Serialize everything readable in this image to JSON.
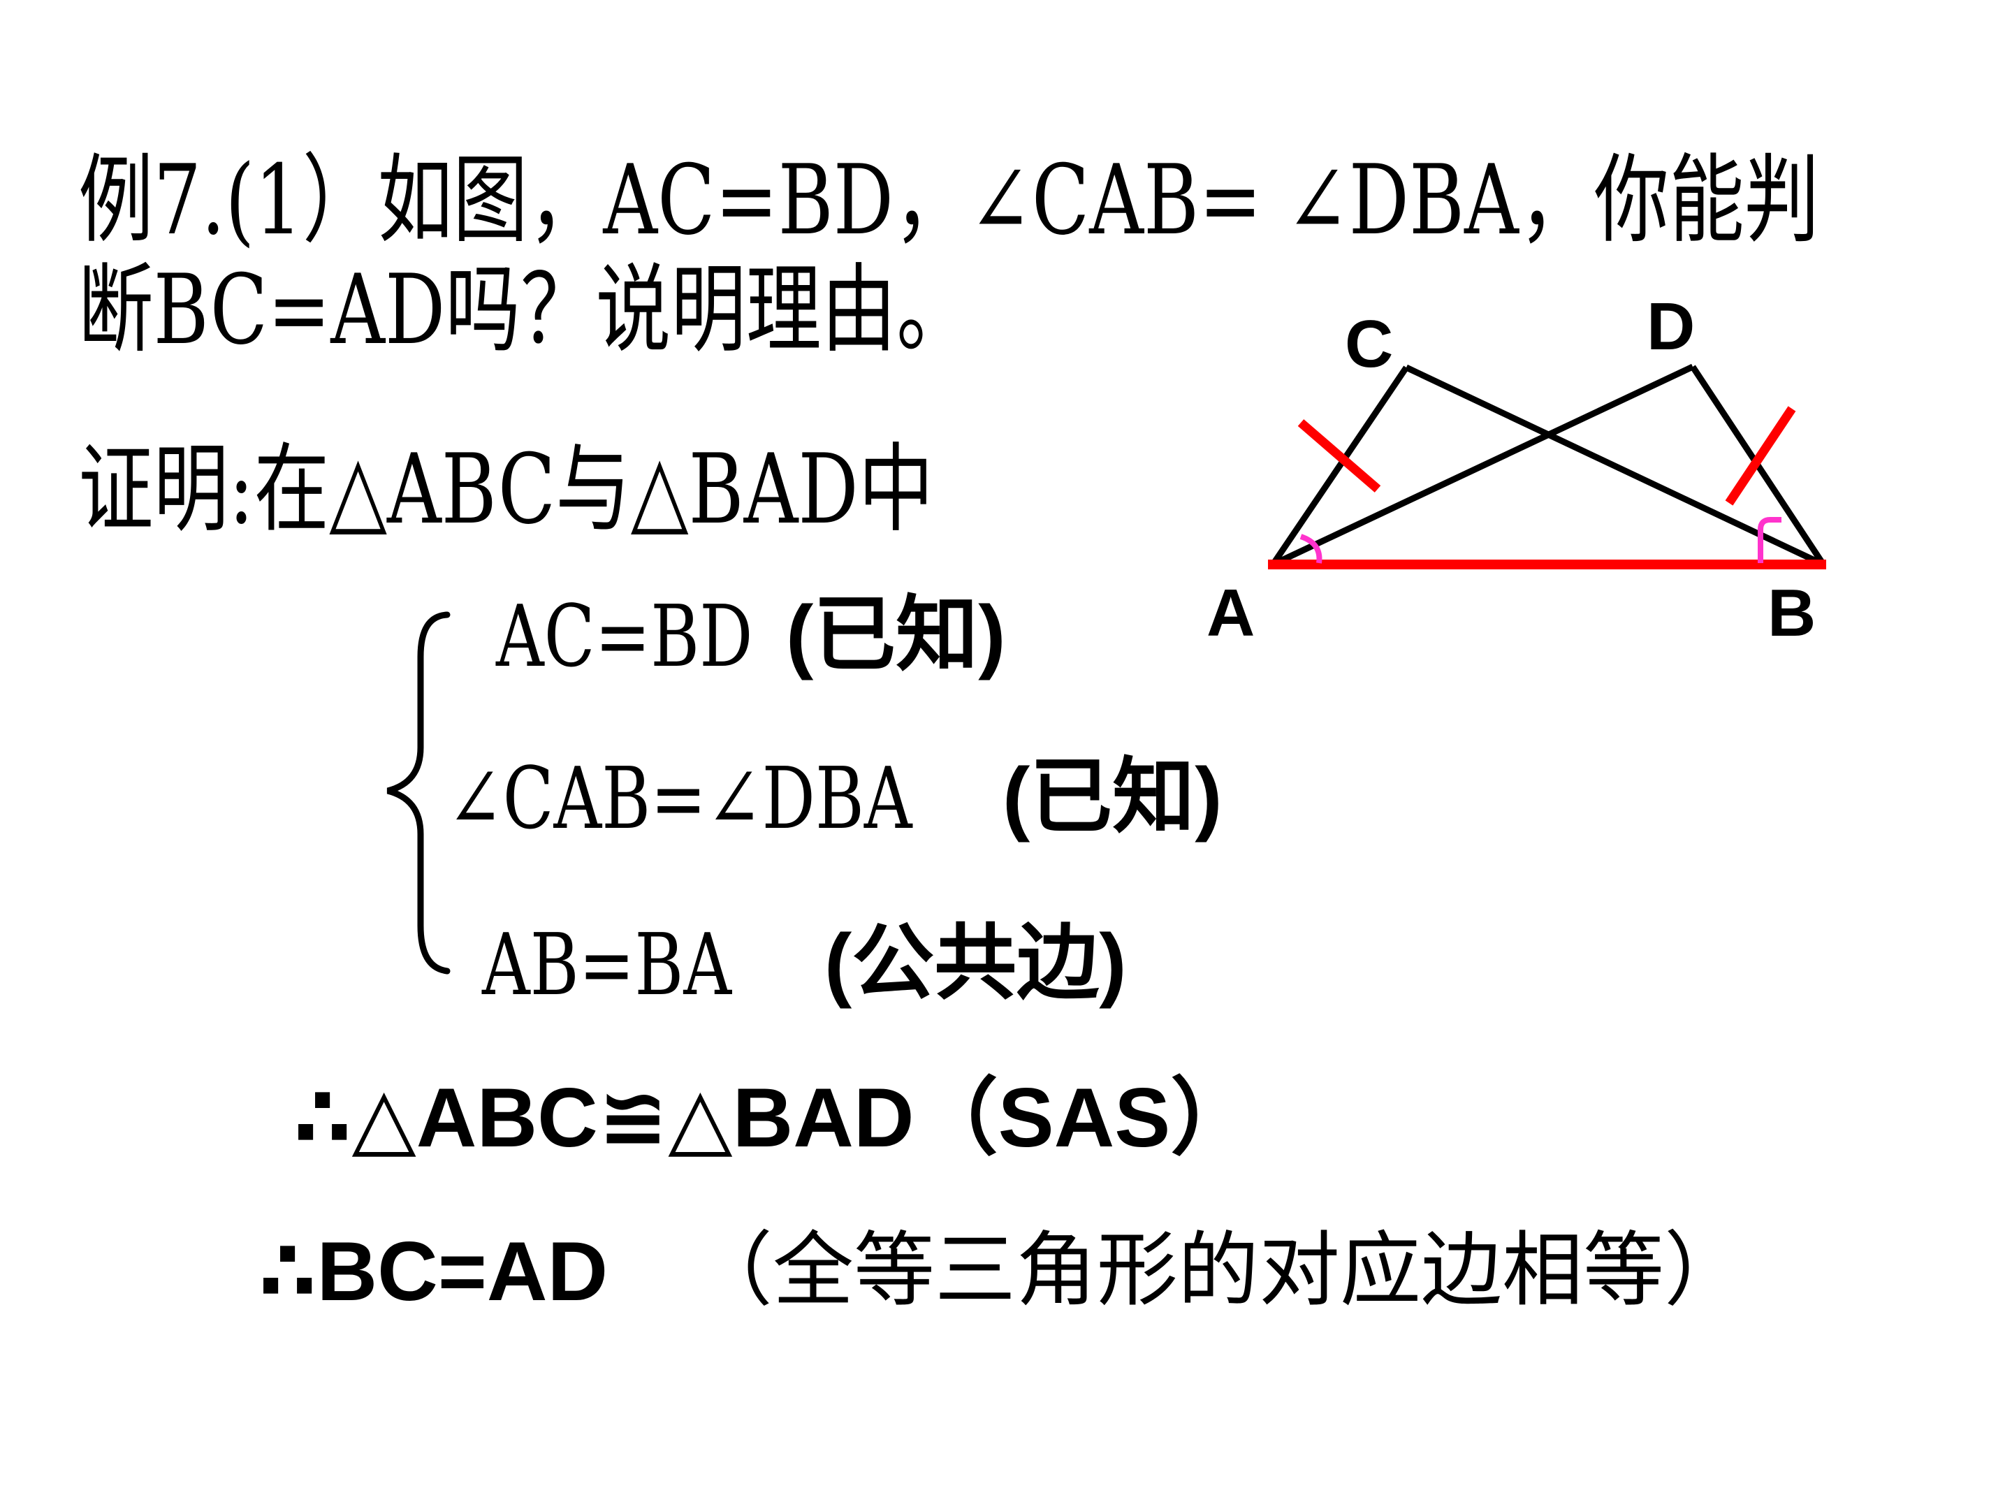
{
  "title": {
    "line1": "例7.(1）如图，AC=BD，∠CAB= ∠DBA，你能判",
    "line2": "断BC=AD吗？说明理由。"
  },
  "proof": {
    "heading": "证明:在△ABC与△BAD中",
    "conditions": [
      {
        "statement": "AC=BD",
        "reason": "(已知)"
      },
      {
        "statement": "∠CAB=∠DBA",
        "reason": "(已知)"
      },
      {
        "statement": "AB=BA",
        "reason": "(公共边)"
      }
    ],
    "conclusion1": "∴△ABC≌△BAD（SAS）",
    "conclusion2_statement": "∴BC=AD",
    "conclusion2_reason": "（全等三角形的对应边相等）"
  },
  "figure": {
    "points": {
      "A": "A",
      "B": "B",
      "C": "C",
      "D": "D"
    },
    "colors": {
      "lines": "#000000",
      "base_segment": "#ff0000",
      "tick_marks": "#ff0000",
      "angle_arcs": "#ff33cc"
    }
  }
}
